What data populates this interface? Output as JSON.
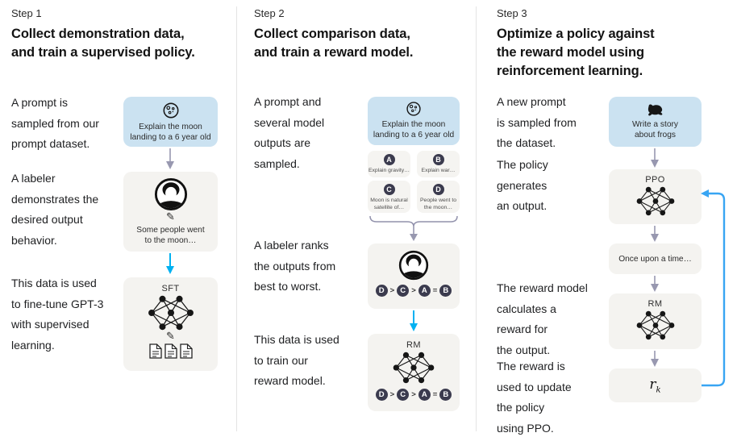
{
  "colors": {
    "prompt_box_bg": "#cbe2f1",
    "model_box_bg": "#f4f3f0",
    "badge_bg": "#3b3b4e",
    "arrow_gray": "#9898b0",
    "arrow_blue": "#00b1f1",
    "feedback_blue": "#38a5f3"
  },
  "icons": {
    "pencil": "✎"
  },
  "steps": [
    {
      "step_label": "Step 1",
      "title": "Collect demonstration data,\nand train a supervised policy.",
      "annotations": [
        "A prompt is\nsampled from our\nprompt dataset.",
        "A labeler\ndemonstrates the\ndesired output\nbehavior.",
        "This data is used\nto fine-tune GPT-3\nwith supervised\nlearning."
      ],
      "prompt_box": {
        "icon": "moon-icon",
        "text": "Explain the moon\nlanding to a 6 year old"
      },
      "labeler_box": {
        "icon": "labeler-icon",
        "text": "Some people went\nto the moon…"
      },
      "model_box": {
        "label": "SFT"
      }
    },
    {
      "step_label": "Step 2",
      "title": "Collect comparison data,\nand train a reward model.",
      "annotations": [
        "A prompt and\nseveral model\noutputs are\nsampled.",
        "A labeler ranks\nthe outputs from\nbest to worst.",
        "This data is used\nto train our\nreward model."
      ],
      "prompt_box": {
        "icon": "moon-icon",
        "text": "Explain the moon\nlanding to a 6 year old"
      },
      "output_chips": [
        {
          "letter": "A",
          "text": "Explain gravity…"
        },
        {
          "letter": "B",
          "text": "Explain war…"
        },
        {
          "letter": "C",
          "text": "Moon is natural\nsatellite of…"
        },
        {
          "letter": "D",
          "text": "People went to\nthe moon…"
        }
      ],
      "ranking": [
        "D",
        ">",
        "C",
        ">",
        "A",
        "=",
        "B"
      ],
      "model_box": {
        "label": "RM"
      }
    },
    {
      "step_label": "Step 3",
      "title": "Optimize a policy against\nthe reward model using\nreinforcement learning.",
      "annotations": [
        "A new prompt\nis sampled from\nthe dataset.",
        "The policy\ngenerates\nan output.",
        "The reward model\ncalculates a\nreward for\nthe output.",
        "The reward is\nused to update\nthe policy\nusing PPO."
      ],
      "prompt_box": {
        "icon": "frog-icon",
        "text": "Write a story\nabout frogs"
      },
      "policy_box": {
        "label": "PPO"
      },
      "output_box": {
        "text": "Once upon a time…"
      },
      "reward_model_box": {
        "label": "RM"
      },
      "reward_box": {
        "var": "r",
        "sub": "k"
      }
    }
  ]
}
